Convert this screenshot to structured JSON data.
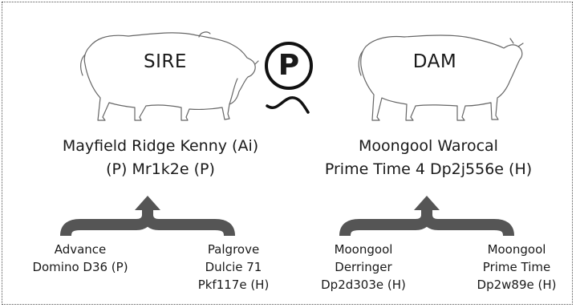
{
  "pedigree": {
    "poll_symbol": "P",
    "sire": {
      "label": "SIRE",
      "name_line1": "Mayfield Ridge Kenny (Ai)",
      "name_line2": "(P) Mr1k2e (P)",
      "sire": {
        "line1": "Advance",
        "line2": "Domino D36 (P)"
      },
      "dam": {
        "line1": "Palgrove",
        "line2": "Dulcie 71",
        "line3": "Pkf117e (H)"
      }
    },
    "dam": {
      "label": "DAM",
      "name_line1": "Moongool Warocal",
      "name_line2": "Prime Time 4 Dp2j556e (H)",
      "sire": {
        "line1": "Moongool",
        "line2": "Derringer",
        "line3": "Dp2d303e (H)"
      },
      "dam": {
        "line1": "Moongool",
        "line2": "Prime Time",
        "line3": "Dp2w89e (H)"
      }
    }
  },
  "colors": {
    "bracket": "#555555",
    "outline": "#555555",
    "text": "#1a1a1a"
  }
}
